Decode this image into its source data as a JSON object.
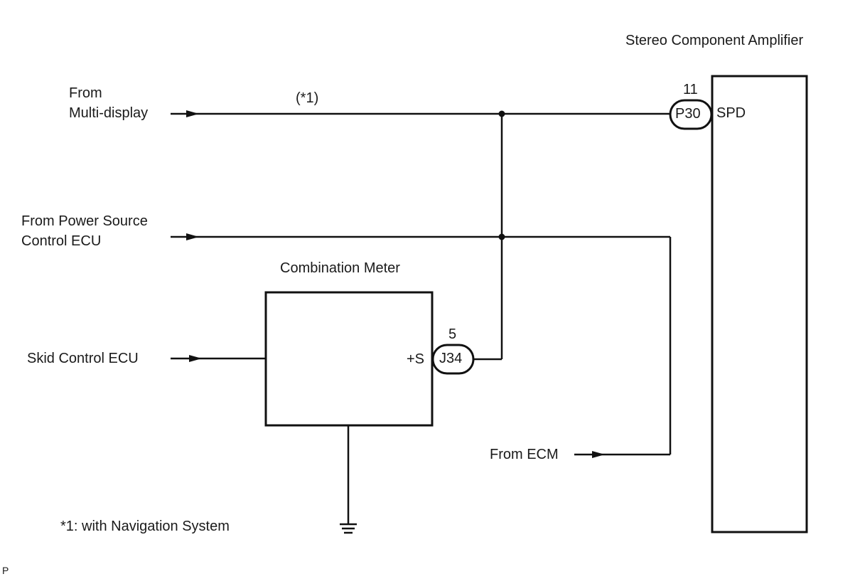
{
  "components": {
    "stereo_amp": {
      "title": "Stereo Component Amplifier",
      "pin_number": "11",
      "connector": "P30",
      "terminal": "SPD"
    },
    "combination_meter": {
      "title": "Combination Meter",
      "pin_number": "5",
      "connector": "J34",
      "terminal": "+S"
    }
  },
  "sources": {
    "multi_display": {
      "line1": "From",
      "line2": "Multi-display"
    },
    "power_source": {
      "line1": "From Power Source",
      "line2": "Control ECU"
    },
    "skid_control": "Skid Control ECU",
    "ecm": "From ECM"
  },
  "annotations": {
    "wire_note": "(*1)",
    "footnote": "*1: with Navigation System",
    "corner_mark": "P"
  }
}
